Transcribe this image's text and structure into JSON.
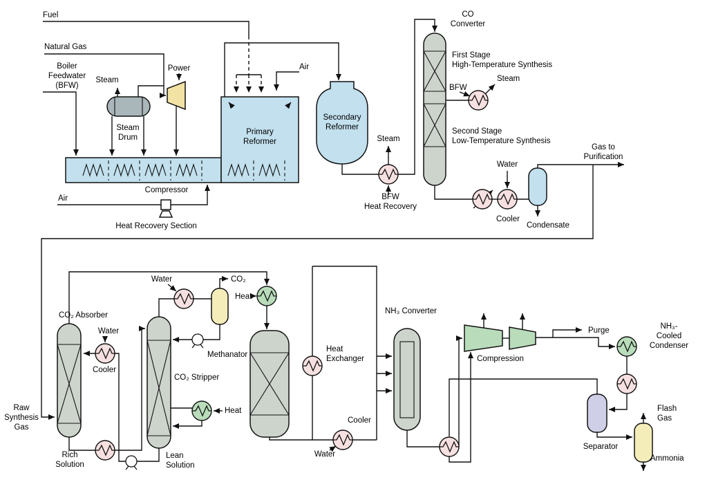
{
  "colors": {
    "process_blue": "#c2e0ee",
    "vessel_gray": "#cdd4cc",
    "drum_gray": "#a9b6ba",
    "heat_green": "#b9dcba",
    "compressor_yellow": "#f2e2a4",
    "hx_pink": "#f7e0e0",
    "separator_lavender": "#cfcfe8",
    "pale_yellow": "#f4edba",
    "white": "#ffffff",
    "line_dark": "#111111"
  },
  "labels": {
    "fuel": "Fuel",
    "natural_gas": "Natural Gas",
    "bfw": [
      "Boiler",
      "Feedwater",
      "(BFW)"
    ],
    "steam_top": "Steam",
    "power": "Power",
    "steam_drum": [
      "Steam",
      "Drum"
    ],
    "primary_reformer": [
      "Primary",
      "Reformer"
    ],
    "air_top": "Air",
    "air_bottom": "Air",
    "compressor": "Compressor",
    "heat_recovery_section": "Heat Recovery Section",
    "secondary_reformer": [
      "Secondary",
      "Reformer"
    ],
    "steam_shr": "Steam",
    "bfw_heat_recovery": [
      "BFW",
      "Heat Recovery"
    ],
    "co_converter": [
      "CO",
      "Converter"
    ],
    "first_stage": [
      "First Stage",
      "High-Temperature Synthesis"
    ],
    "bfw_short": "BFW",
    "steam_right": "Steam",
    "second_stage": [
      "Second Stage",
      "Low-Temperature Synthesis"
    ],
    "water_cond": "Water",
    "cooler_cond": "Cooler",
    "gas_to_purification": [
      "Gas to",
      "Purification"
    ],
    "condensate": "Condensate",
    "raw_syngas": [
      "Raw",
      "Synthesis",
      "Gas"
    ],
    "co2_absorber": "CO₂ Absorber",
    "water_abs": "Water",
    "cooler_abs": "Cooler",
    "rich_solution": [
      "Rich",
      "Solution"
    ],
    "lean_solution": [
      "Lean",
      "Solution"
    ],
    "co2_stripper": "CO₂ Stripper",
    "water_str": "Water",
    "co2_out": "CO₂",
    "methanator": "Methanator",
    "heat_reboiler": "Heat",
    "heat_preheat": "Heat",
    "heat_exchanger": [
      "Heat",
      "Exchanger"
    ],
    "cooler_loop": "Cooler",
    "water_loop": "Water",
    "nh3_converter": "NH₃ Converter",
    "compression": "Compression",
    "purge": "Purge",
    "nh3_condenser": [
      "NH₃-",
      "Cooled",
      "Condenser"
    ],
    "separator": "Separator",
    "flash_gas": [
      "Flash",
      "Gas"
    ],
    "ammonia": "Ammonia"
  }
}
